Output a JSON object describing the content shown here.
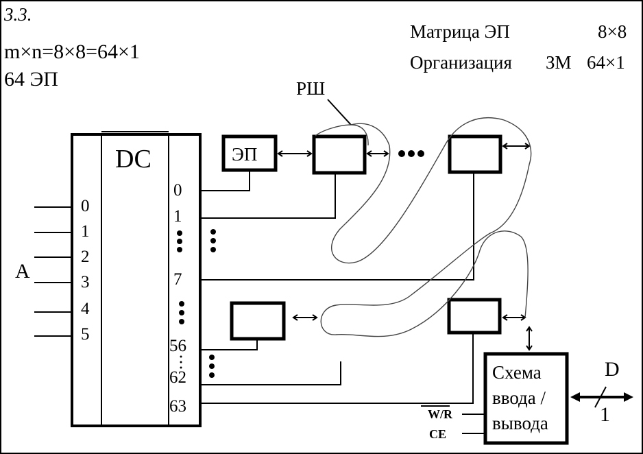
{
  "header": {
    "section": "3.3.",
    "formula": "m×n=8×8=64×1",
    "count": "64 ЭП",
    "matrix_label": "Матрица ЭП",
    "matrix_value": "8×8",
    "org_label": "Организация",
    "org_code": "ЗМ",
    "org_value": "64×1"
  },
  "bus_label": "РШ",
  "decoder": {
    "title": "DC",
    "inputs": [
      "0",
      "1",
      "2",
      "3",
      "4",
      "5"
    ],
    "outputs": [
      "0",
      "1",
      "7",
      "56",
      "62",
      "63"
    ],
    "address_label": "A"
  },
  "cell_label": "ЭП",
  "io_block": {
    "line1": "Схема",
    "line2": "ввода /",
    "line3": "вывода",
    "wr_label": "W/R",
    "ce_label": "CE"
  },
  "data_bus": {
    "name": "D",
    "width": "1"
  }
}
